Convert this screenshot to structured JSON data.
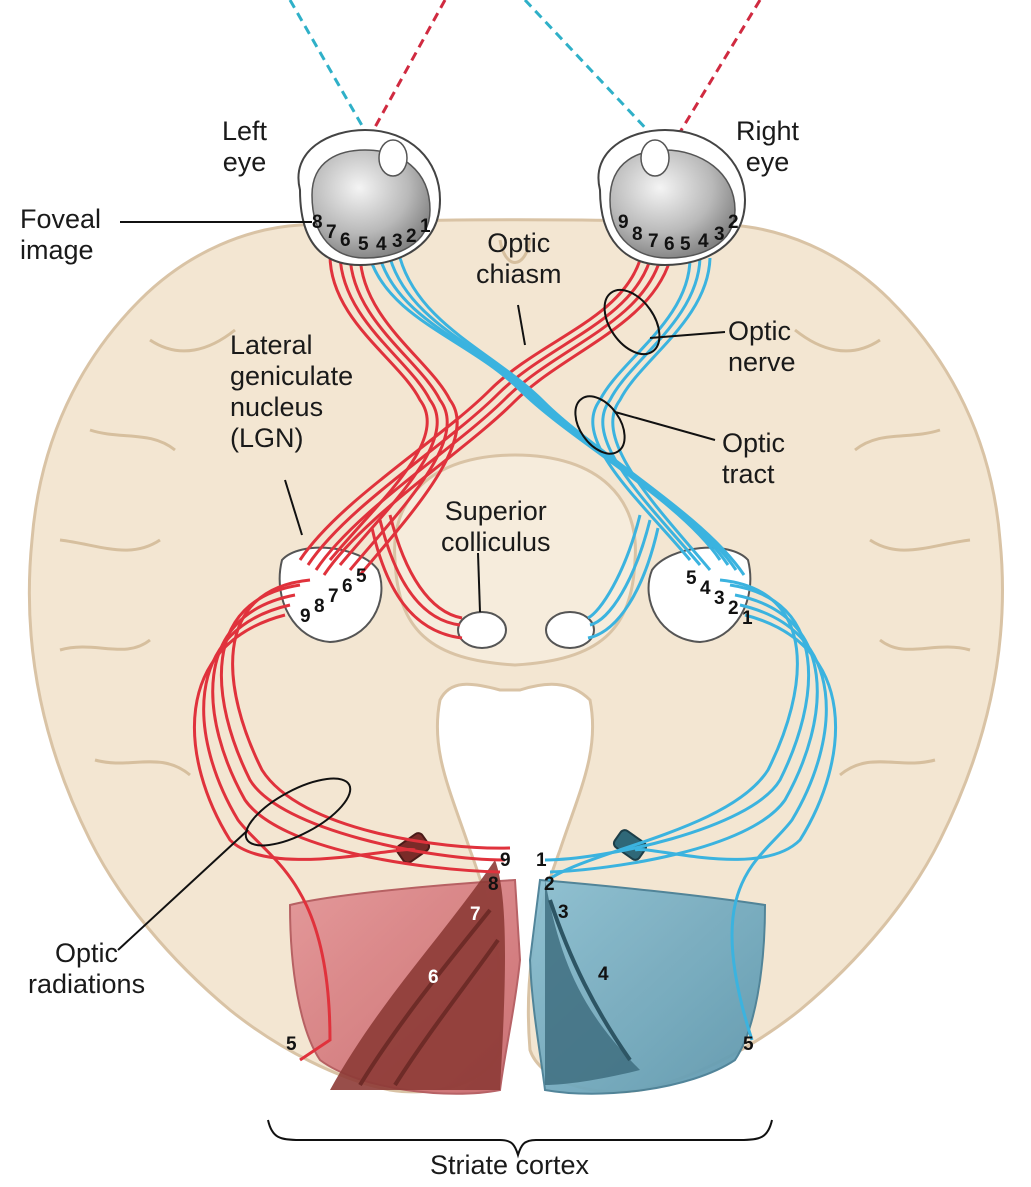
{
  "labels": {
    "left_eye": [
      "Left",
      "eye"
    ],
    "right_eye": [
      "Right",
      "eye"
    ],
    "foveal_image": [
      "Foveal",
      "image"
    ],
    "optic_chiasm": [
      "Optic",
      "chiasm"
    ],
    "optic_nerve": [
      "Optic",
      "nerve"
    ],
    "lateral_geniculate_nucleus": [
      "Lateral",
      "geniculate",
      "nucleus",
      "(LGN)"
    ],
    "optic_tract": [
      "Optic",
      "tract"
    ],
    "superior_colliculus": [
      "Superior",
      "colliculus"
    ],
    "optic_radiations": [
      "Optic",
      "radiations"
    ],
    "striate_cortex": "Striate cortex"
  },
  "left_retina_numbers": [
    "8",
    "7",
    "6",
    "5",
    "4",
    "3",
    "2",
    "1"
  ],
  "right_retina_numbers": [
    "9",
    "8",
    "7",
    "6",
    "5",
    "4",
    "3",
    "2"
  ],
  "left_lgn_numbers": [
    "9",
    "8",
    "7",
    "6",
    "5"
  ],
  "right_lgn_numbers": [
    "5",
    "4",
    "3",
    "2",
    "1"
  ],
  "left_cortex_numbers": [
    "9",
    "8",
    "7",
    "6",
    "5"
  ],
  "right_cortex_numbers": [
    "1",
    "2",
    "3",
    "4",
    "5"
  ],
  "colors": {
    "left_visual_field_pathway": "#e0323c",
    "right_visual_field_pathway": "#3bb3df",
    "left_visual_field_ray": "#d02a40",
    "right_visual_field_ray": "#2fb0c8",
    "brain_tissue": "#f3e6d2",
    "brain_outline": "#d9c3a5",
    "left_cortex_fill": "#d4777a",
    "right_cortex_fill": "#6fa7bd"
  }
}
